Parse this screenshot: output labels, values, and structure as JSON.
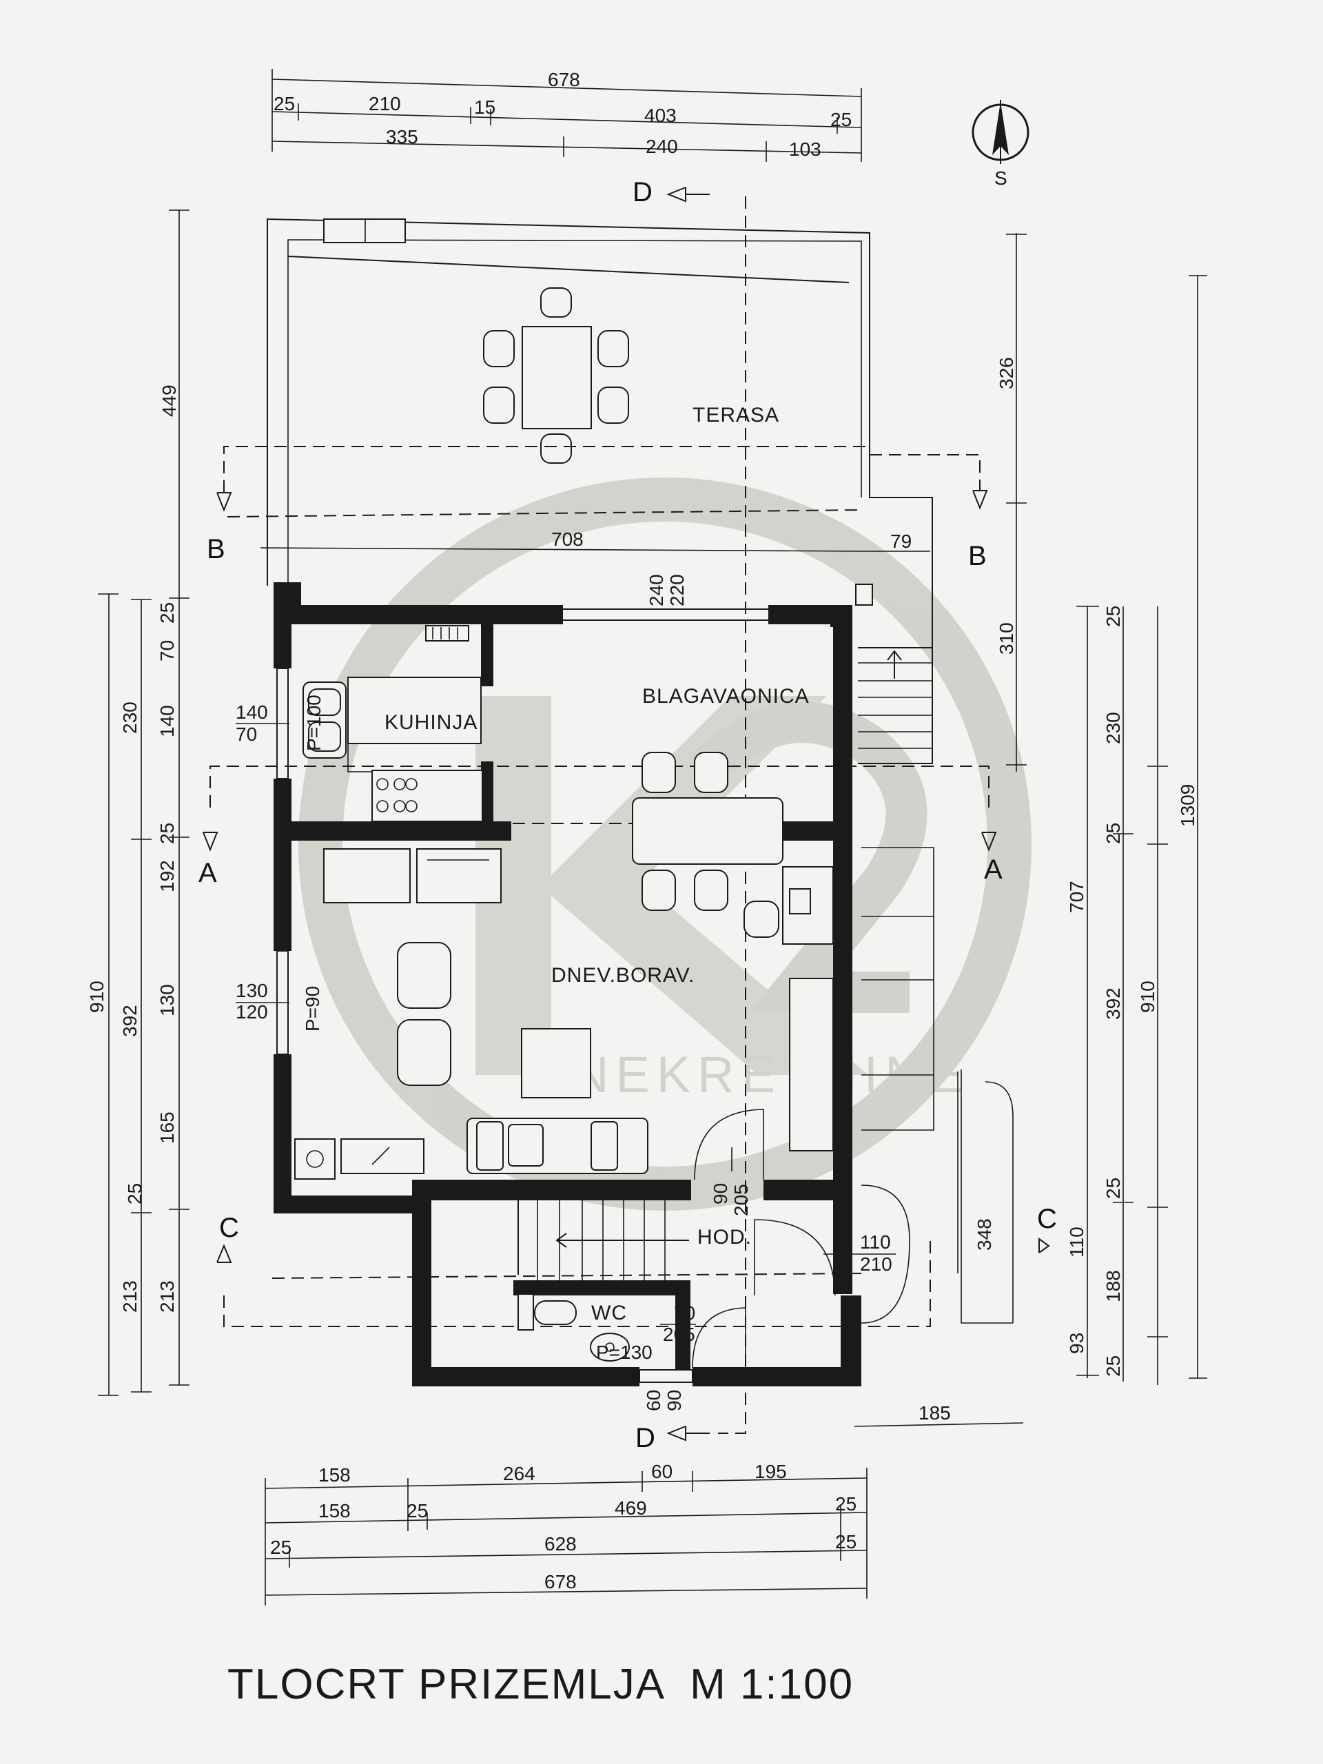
{
  "title": "TLOCRT PRIZEMLJA  M 1:100",
  "watermark": {
    "text": "NEKRETNINE",
    "color": "#c9cec6"
  },
  "north": {
    "label": "S"
  },
  "rooms": {
    "terasa": "TERASA",
    "kuhinja": "KUHINJA",
    "blagavaonica": "BLAGAVAONICA",
    "dnevni": "DNEV.BORAV.",
    "hodnik": "HOD.",
    "wc": "WC"
  },
  "sections": {
    "a": "A",
    "b": "B",
    "c": "C",
    "d": "D"
  },
  "dims_top": {
    "total": "678",
    "row2": [
      "25",
      "210",
      "15",
      "403",
      "25"
    ],
    "row3": [
      "335",
      "240",
      "103"
    ]
  },
  "dims_bottom": {
    "row1": [
      "158",
      "264",
      "60",
      "195"
    ],
    "row2": [
      "158",
      "25",
      "469",
      "25"
    ],
    "row3": [
      "25",
      "628",
      "25"
    ],
    "total": "678"
  },
  "dims_left": {
    "outer": [
      "449",
      "910"
    ],
    "mid": [
      "230",
      "392",
      "213"
    ],
    "inner": [
      "25",
      "70",
      "140",
      "25",
      "192",
      "130",
      "165",
      "25",
      "213"
    ]
  },
  "dims_right": {
    "a": [
      "326",
      "310",
      "348"
    ],
    "b": [
      "25",
      "230",
      "25",
      "392",
      "25",
      "188",
      "25"
    ],
    "c": [
      "707",
      "110",
      "93"
    ],
    "d": [
      "910"
    ],
    "e": [
      "1309"
    ],
    "stair_width": "185"
  },
  "inline_dims": {
    "terrace_width": "708",
    "terrace_offset": "79",
    "window_blag": [
      "240",
      "220"
    ],
    "window_kuhinja": [
      "140",
      "70",
      "P=100"
    ],
    "window_dnevni": [
      "130",
      "120",
      "P=90"
    ],
    "door_hod": [
      "90",
      "205"
    ],
    "door_ext": [
      "110",
      "210"
    ],
    "door_wc": [
      "70",
      "205",
      "P=130"
    ],
    "door_wc_low": [
      "60",
      "90"
    ]
  }
}
